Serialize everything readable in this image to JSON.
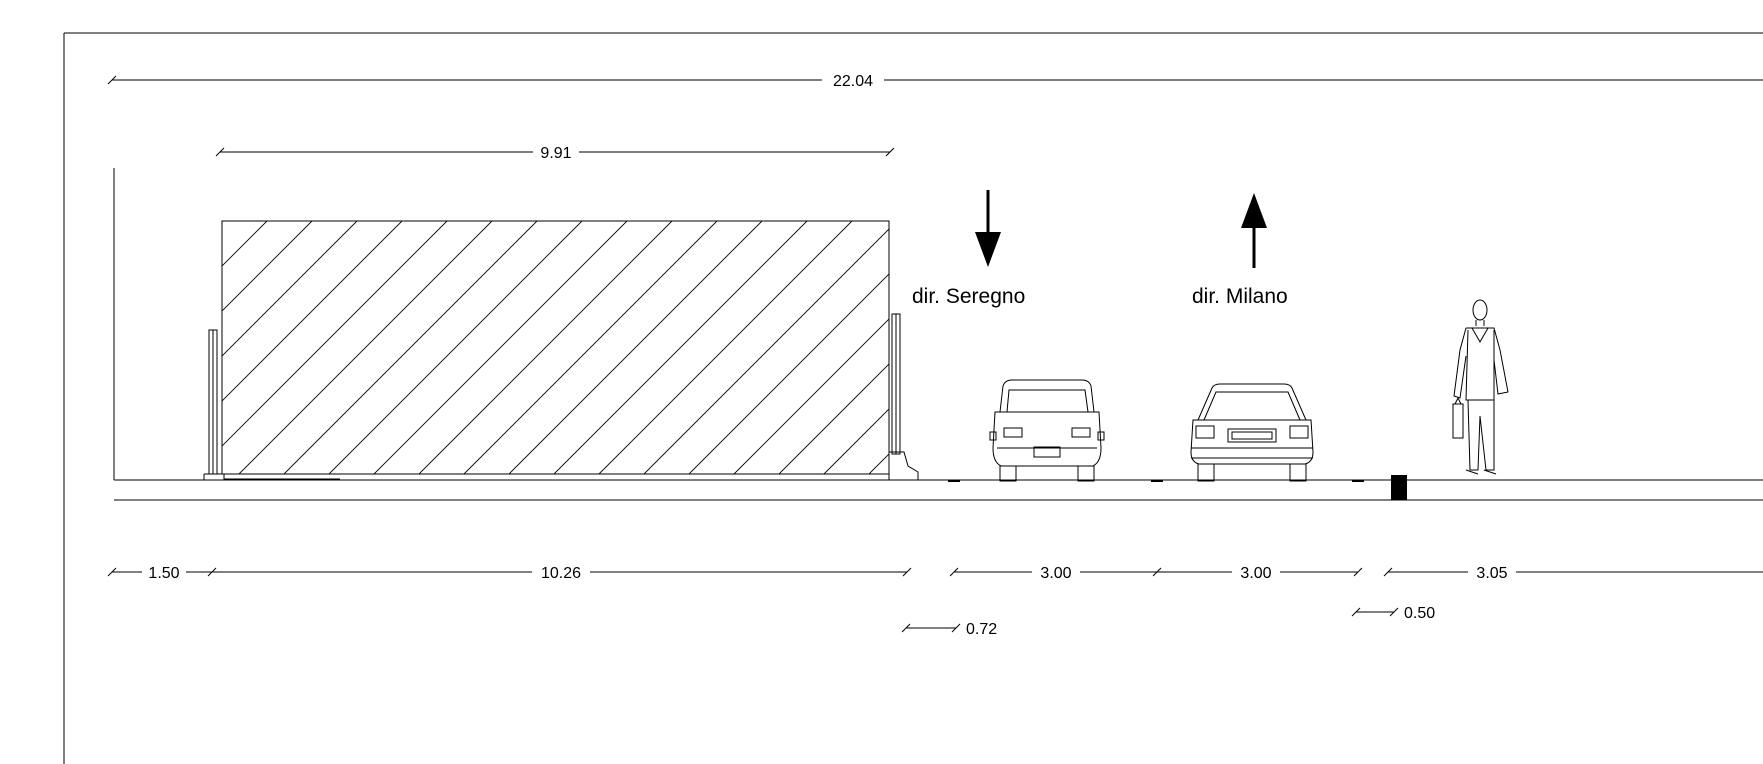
{
  "directions": {
    "southbound": "dir. Seregno",
    "northbound": "dir. Milano"
  },
  "dimensions": {
    "total_width": "22.04",
    "hatched_block_width": "9.91",
    "left_offset": "1.50",
    "median_width": "10.26",
    "lane_1": "3.00",
    "lane_2": "3.00",
    "sidewalk": "3.05",
    "barrier_gap": "0.72",
    "curb": "0.50"
  }
}
